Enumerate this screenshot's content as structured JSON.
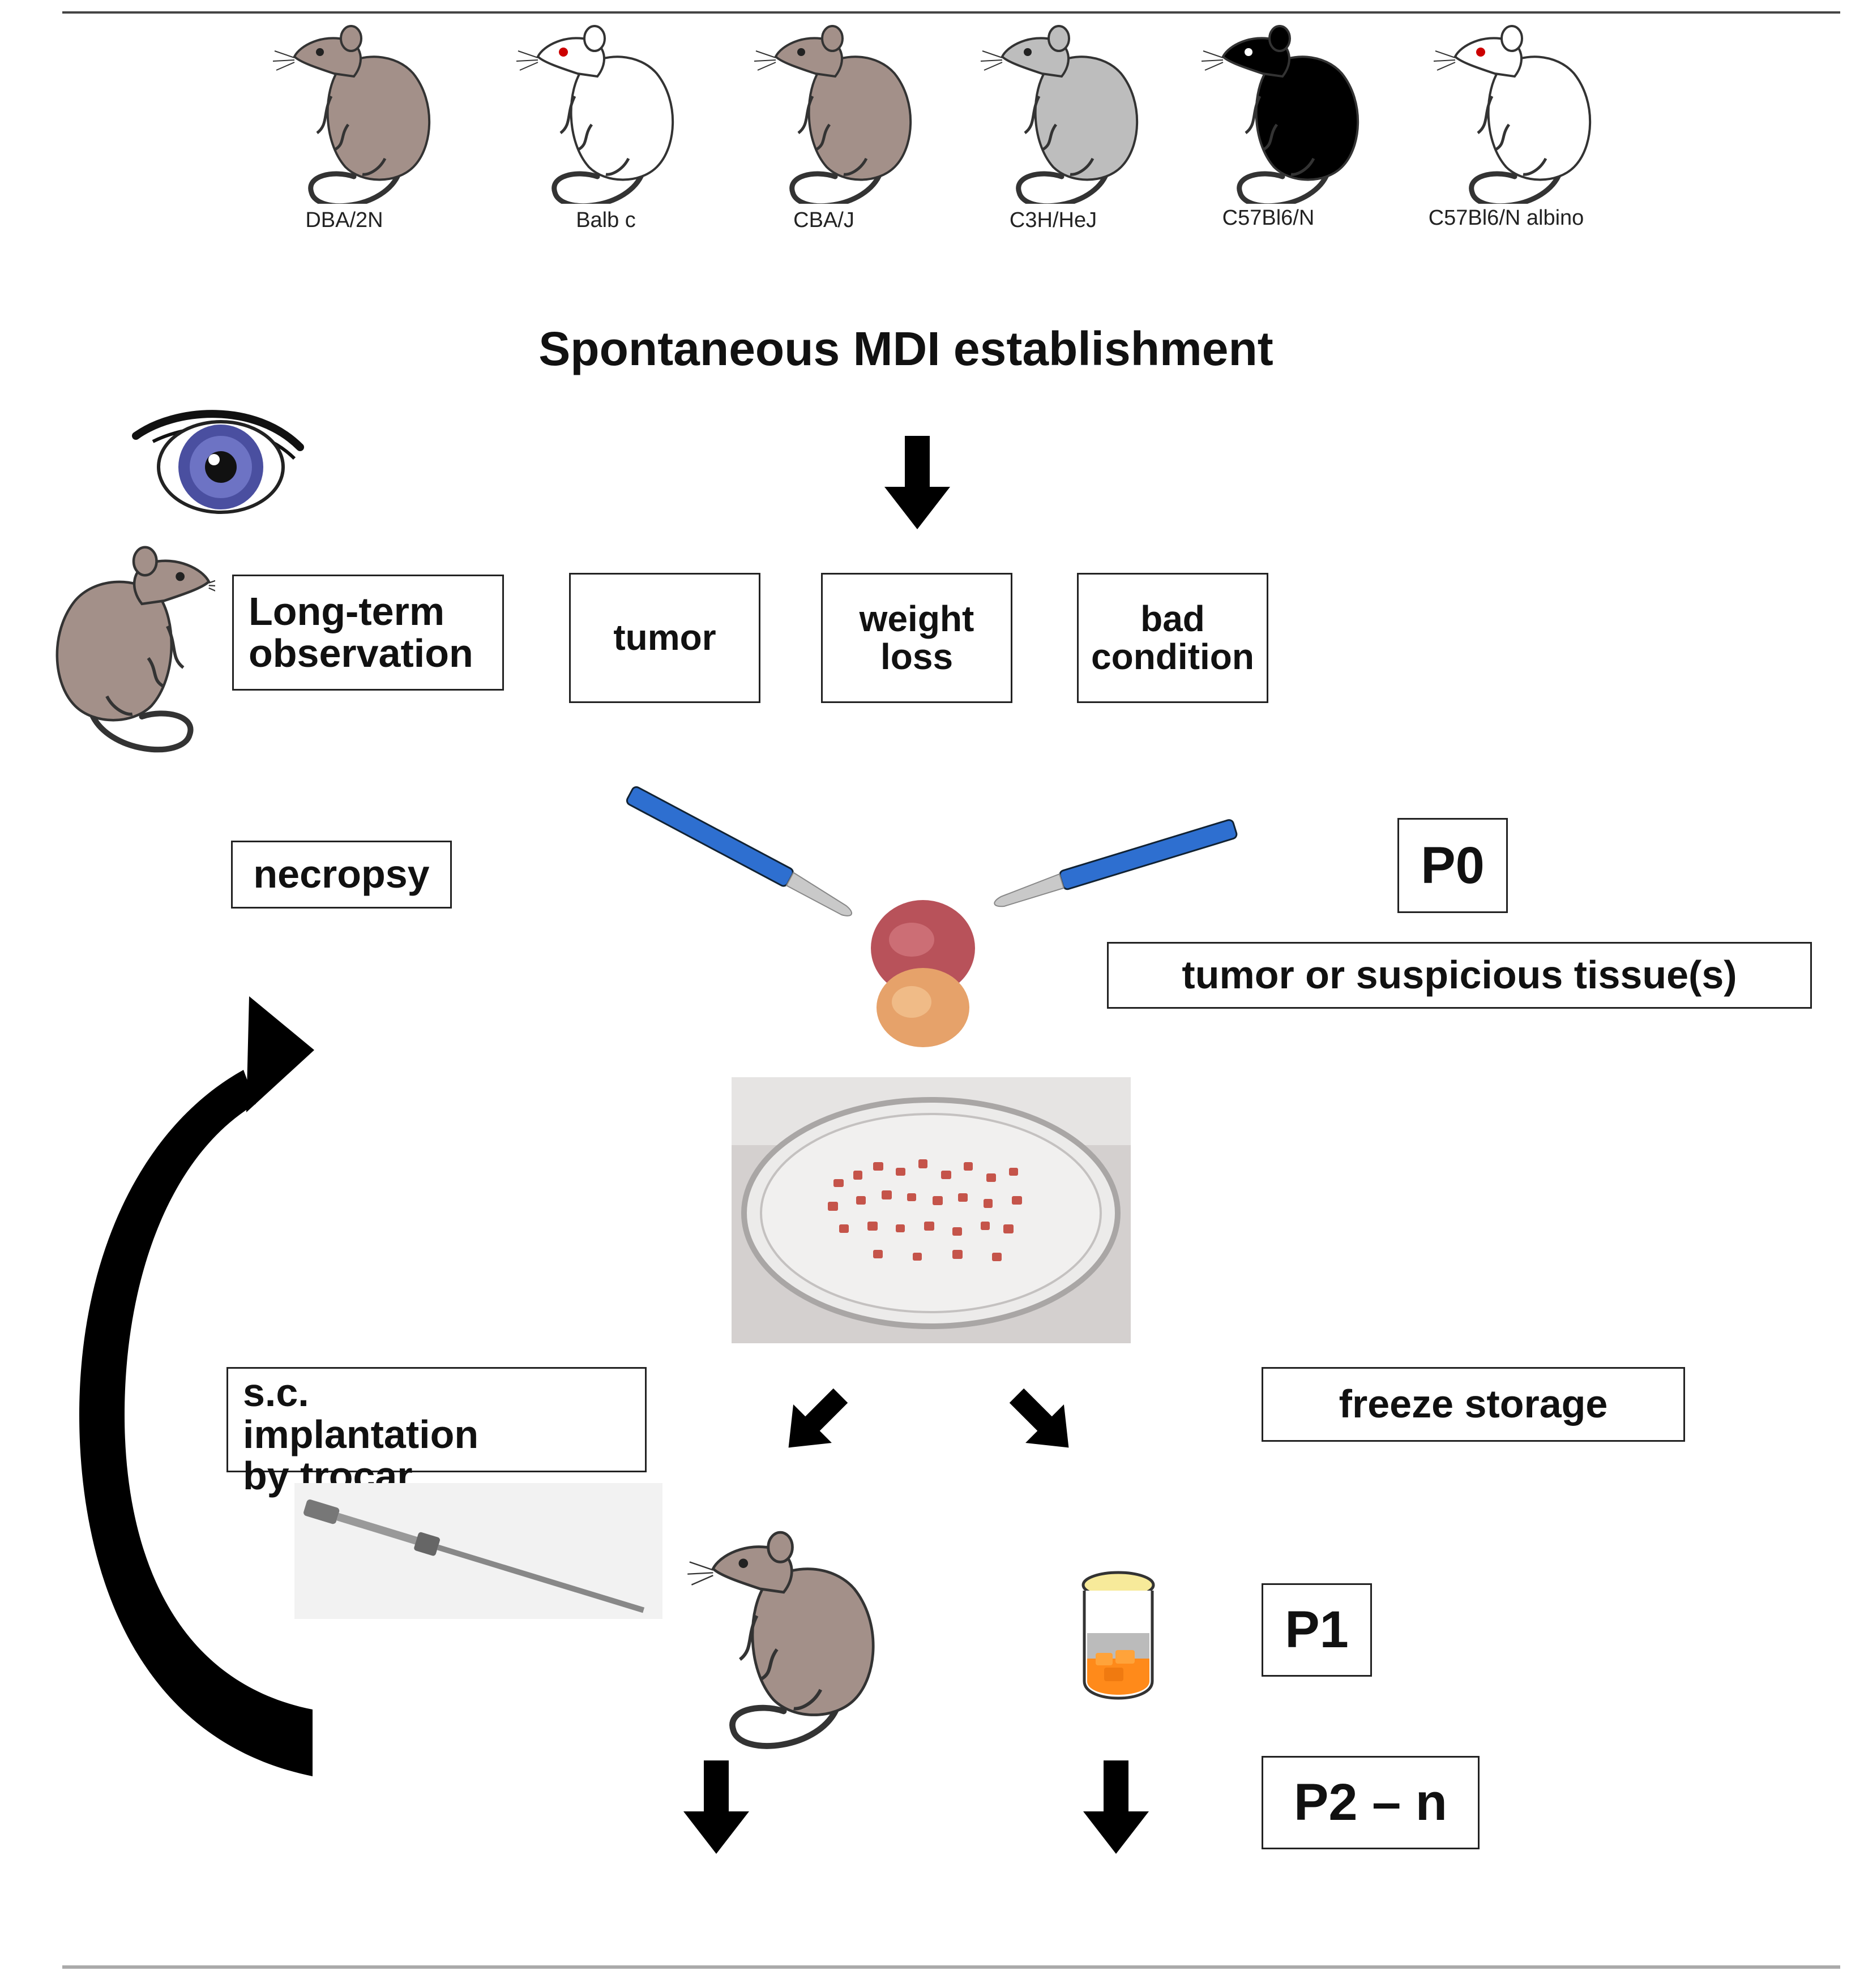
{
  "diagram": {
    "title": "Spontaneous MDI establishment",
    "strains": [
      "DBA/2N",
      "Balb c",
      "CBA/J",
      "C3H/HeJ",
      "C57Bl6/N",
      "C57Bl6/N albino"
    ],
    "strain_colors": [
      "#a39089",
      "#ffffff",
      "#a39089",
      "#bdbdbd",
      "#000000",
      "#ffffff"
    ],
    "boxes": {
      "observation": "Long-term observation",
      "tumor": "tumor",
      "weight_loss": "weight loss",
      "bad_condition": "bad condition",
      "necropsy": "necropsy",
      "p0": "P0",
      "tissue": "tumor or suspicious tissue(s)",
      "implantation": "s.c. implantation by trocar",
      "freeze": "freeze storage",
      "p1": "P1",
      "p2n": "P2 – n"
    }
  }
}
